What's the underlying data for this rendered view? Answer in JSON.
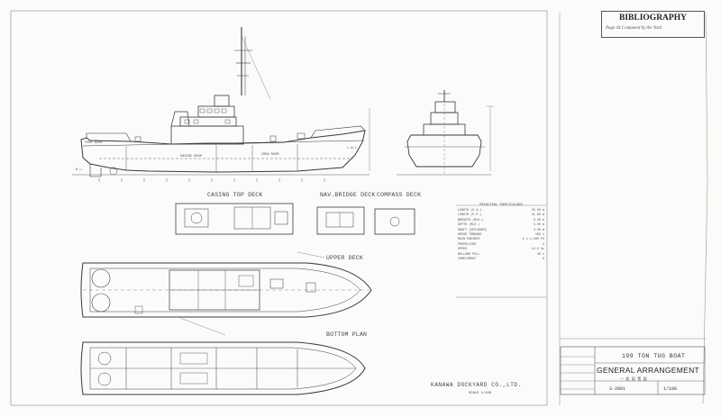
{
  "sheet": {
    "bibliography_title": "BIBLIOGRAPHY",
    "bibliography_note": "Page 44  Computed by the Yard",
    "yard": "KANAWA DOCKYARD CO.,LTD.",
    "scale": "SCALE  1/100"
  },
  "views": {
    "casing_top_deck": "CASING TOP DECK",
    "nav_bridge_deck": "NAV.BRIDGE DECK",
    "compass_deck": "COMPASS DECK",
    "upper_deck": "UPPER DECK",
    "bottom_plan": "BOTTOM  PLAN"
  },
  "profile_labels": {
    "engine_room": "ENGINE ROOM",
    "crew_room": "CREW ROOM",
    "fore_room": "FORE ROOM",
    "lwl": "L.W.L.",
    "bl": "B.L."
  },
  "particulars": {
    "heading": "PRINCIPAL PARTICULARS",
    "rows": [
      {
        "label": "LENGTH (O.A.)",
        "value": "35.00 m"
      },
      {
        "label": "LENGTH (P.P.)",
        "value": "31.00 m"
      },
      {
        "label": "BREADTH (MLD.)",
        "value": "9.20 m"
      },
      {
        "label": "DEPTH (MLD.)",
        "value": "4.00 m"
      },
      {
        "label": "DRAFT (DESIGNED)",
        "value": "3.20 m"
      },
      {
        "label": "GROSS TONNAGE",
        "value": "199 t"
      },
      {
        "label": "MAIN ENGINES",
        "value": "2 x 1,500 PS"
      },
      {
        "label": "PROPELLERS",
        "value": "2"
      },
      {
        "label": "SPEED",
        "value": "12.0 kn"
      },
      {
        "label": "BOLLARD PULL",
        "value": "40 t"
      },
      {
        "label": "COMPLEMENT",
        "value": "8"
      }
    ]
  },
  "title_block": {
    "boat": "199 TON  TUG BOAT",
    "title": "GENERAL  ARRANGEMENT",
    "subtitle": "一 般 配 置 図",
    "drawing_no": "S-2001",
    "scale_value": "1/100"
  },
  "colors": {
    "ink": "#3a3a3a",
    "paper": "#fbfbf9",
    "frame": "#777777"
  }
}
